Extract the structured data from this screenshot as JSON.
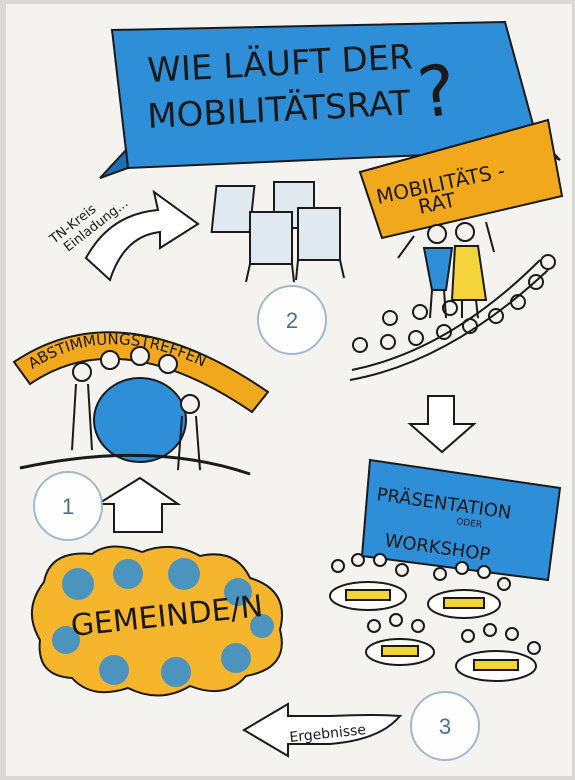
{
  "banner": {
    "line1": "WIE LÄUFT DER",
    "line2": "MOBILITÄTSRAT",
    "question_mark": "?"
  },
  "council_sign": {
    "line1": "MOBILITÄTS -",
    "line2": "RAT"
  },
  "invite_arrow": {
    "line1": "TN-Kreis",
    "line2": "Einladung..."
  },
  "ribbon": {
    "label": "ABSTIMMUNGSTREFFEN"
  },
  "presentation_sign": {
    "line1": "PRÄSENTATION",
    "line2": "ODER",
    "line3": "WORKSHOP"
  },
  "cloud": {
    "label": "GEMEINDE/N"
  },
  "results_arrow": {
    "label": "Ergebnisse"
  },
  "badges": [
    {
      "number": "1"
    },
    {
      "number": "2"
    },
    {
      "number": "3"
    }
  ],
  "colors": {
    "paper": "#f4f3ef",
    "blue": "#2f8ed8",
    "blue_dark": "#1f6fb5",
    "orange": "#f2a81d",
    "yellow": "#f5d33a",
    "badge_fill": "#ffffff",
    "badge_stroke": "#9bb7c9",
    "badge_text": "#4a6f8a"
  }
}
